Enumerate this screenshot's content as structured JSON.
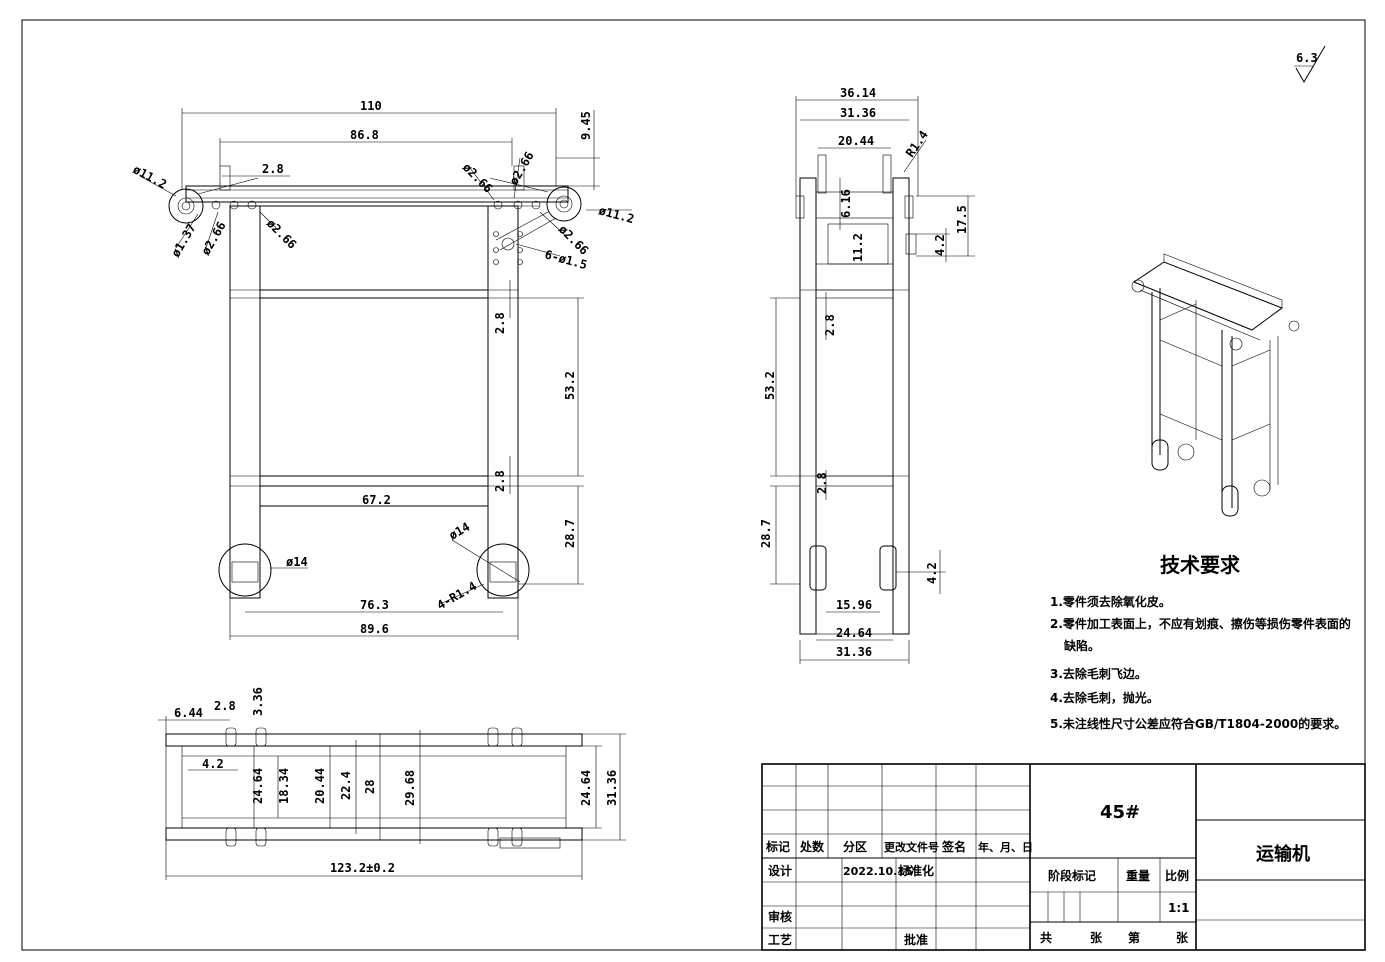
{
  "surface_roughness": "6.3",
  "front_view": {
    "dims": {
      "overall_width": "110",
      "inner_width": "86.8",
      "height_top": "9.45",
      "pulley_dia_left": "ø11.2",
      "pulley_dia_right": "ø11.2",
      "slot_width": "2.8",
      "hole_1": "ø2.66",
      "hole_2": "ø2.66",
      "hole_3": "ø2.66",
      "hole_4": "ø2.66",
      "hole_5": "ø2.66",
      "hole_6": "ø1.37",
      "hole_pattern": "6-ø1.5",
      "rail_gap_1": "2.8",
      "panel_height": "53.2",
      "rail_gap_2": "2.8",
      "lower_height": "28.7",
      "lower_width": "67.2",
      "wheel_dia_left": "ø14",
      "wheel_dia_right": "ø14",
      "fillet": "4-R1.4",
      "wheel_span": "76.3",
      "base_width": "89.6"
    }
  },
  "side_view": {
    "dims": {
      "top_width": "36.14",
      "frame_width": "31.36",
      "inner_top": "20.44",
      "radius": "R1.4",
      "dim_616": "6.16",
      "dim_112": "11.2",
      "dim_42": "4.2",
      "dim_175": "17.5",
      "gap_1": "2.8",
      "panel_height": "53.2",
      "gap_2": "2.8",
      "lower_height": "28.7",
      "foot_height": "4.2",
      "slot_width": "15.96",
      "inner_width": "24.64",
      "bottom_width": "31.36"
    }
  },
  "top_view": {
    "dims": {
      "d_644": "6.44",
      "d_28": "2.8",
      "d_336": "3.36",
      "d_42": "4.2",
      "d_2464a": "24.64",
      "d_1834": "18.34",
      "d_2044": "20.44",
      "d_224": "22.4",
      "d_28b": "28",
      "d_2968": "29.68",
      "d_2464b": "24.64",
      "d_3136": "31.36",
      "length": "123.2±0.2"
    }
  },
  "requirements": {
    "title": "技术要求",
    "items": [
      "1.零件须去除氧化皮。",
      "2.零件加工表面上，不应有划痕、擦伤等损伤零件表面的",
      "缺陷。",
      "3.去除毛刺飞边。",
      "4.去除毛刺，抛光。",
      "5.未注线性尺寸公差应符合GB/T1804-2000的要求。"
    ]
  },
  "title_block": {
    "material": "45#",
    "name": "运输机",
    "header": [
      "标记",
      "处数",
      "分区",
      "更改文件号",
      "签名",
      "年、月、日"
    ],
    "design": "设计",
    "date": "2022.10.15",
    "standardize": "标准化",
    "stage_mark": "阶段标记",
    "weight": "重量",
    "scale_label": "比例",
    "scale": "1:1",
    "review": "审核",
    "process": "工艺",
    "approve": "批准",
    "total": "共",
    "sheets": "张",
    "page": "第",
    "sheet2": "张"
  }
}
